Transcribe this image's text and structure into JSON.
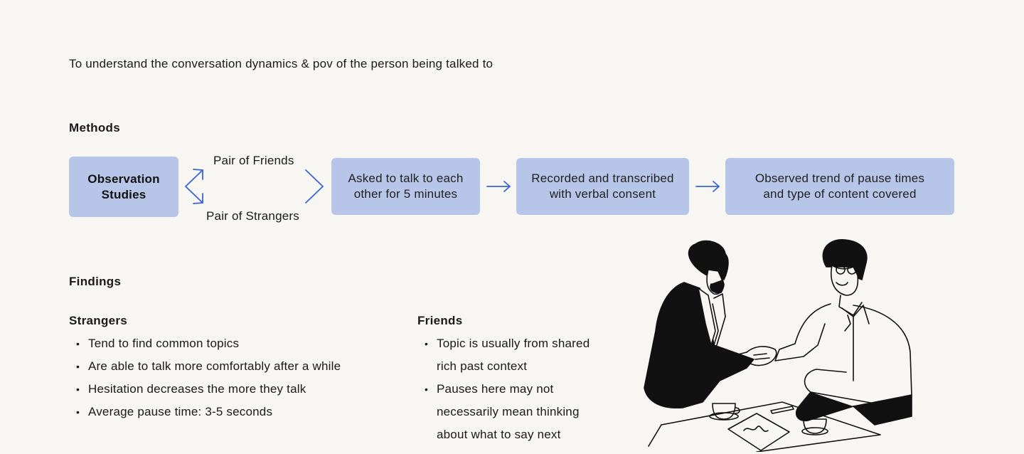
{
  "intro": "To understand the conversation dynamics & pov of the person being talked to",
  "methods": {
    "heading": "Methods",
    "start_box": "Observation Studies",
    "branch_top": "Pair of Friends",
    "branch_bottom": "Pair of Strangers",
    "steps": [
      "Asked to talk to each other for 5 minutes",
      "Recorded and transcribed with verbal consent",
      "Observed trend of pause times and type of content covered"
    ],
    "accent_color": "#3a64d8",
    "box_color": "#b7c5e8"
  },
  "findings": {
    "heading": "Findings",
    "strangers": {
      "title": "Strangers",
      "items": [
        "Tend to find common topics",
        "Are able to talk more comfortably after a while",
        "Hesitation decreases the more they talk",
        "Average pause time: 3-5 seconds"
      ]
    },
    "friends": {
      "title": "Friends",
      "items": [
        "Topic is usually from shared rich past context",
        "Pauses here may not necessarily mean thinking about what to say next"
      ]
    }
  },
  "illustration": {
    "icon": "handshake-illustration-icon"
  }
}
